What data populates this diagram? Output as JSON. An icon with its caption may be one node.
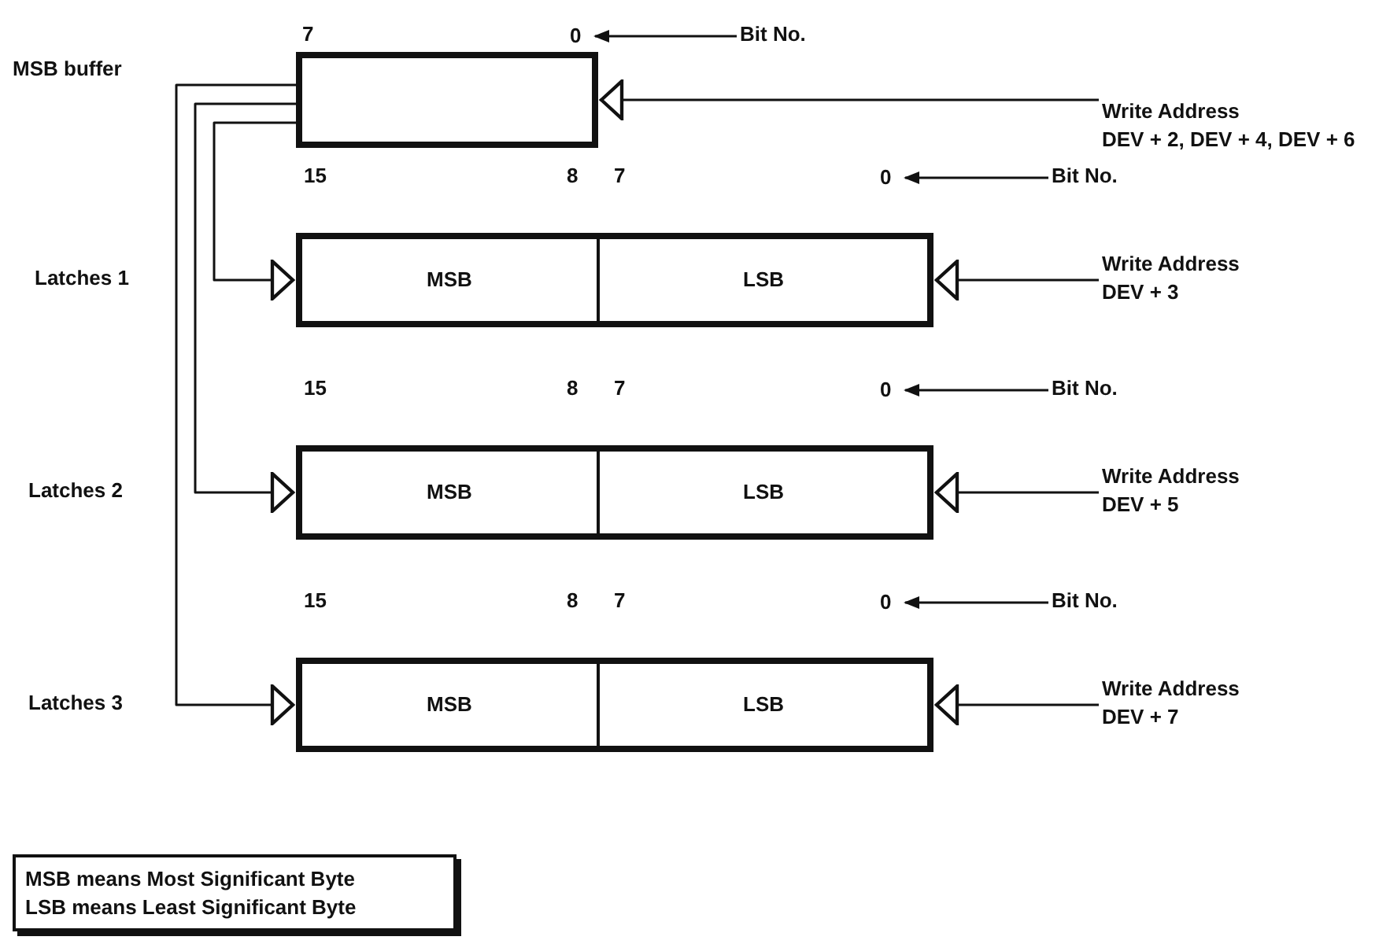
{
  "diagram": {
    "nodes": [
      {
        "text": [
          "0"
        ]
      },
      {
        "text": [
          "Bit No."
        ]
      },
      {
        "text": [],
        "shape": "box"
      },
      {
        "text": [
          "Write Address",
          "DEV + 2, DEV + 4, DEV + 6"
        ]
      },
      {
        "text": [
          "0"
        ]
      },
      {
        "text": [
          "Bit No."
        ]
      },
      {
        "text": [
          "MSB"
        ]
      },
      {
        "text": [
          "LSB"
        ]
      },
      {
        "text": [
          "Write Address",
          "DEV + 3"
        ]
      },
      {
        "text": [
          "0"
        ]
      },
      {
        "text": [
          "Bit No."
        ]
      },
      {
        "text": [
          "MSB"
        ]
      },
      {
        "text": [
          "LSB"
        ]
      },
      {
        "text": [
          "Write Address",
          "DEV + 5"
        ]
      },
      {
        "text": [
          "0"
        ]
      },
      {
        "text": [
          "Bit No."
        ]
      },
      {
        "text": [
          "MSB"
        ]
      },
      {
        "text": [
          "LSB"
        ]
      },
      {
        "text": [
          "Write Address",
          "DEV + 7"
        ]
      },
      {
        "text": [
          "MSB means Most Significant Byte",
          "LSB means Least Significant Byte"
        ]
      }
    ],
    "edges": [
      {
        "from": 1,
        "to": 0,
        "arrow": "to"
      },
      {
        "from": 3,
        "to": 2,
        "arrow": "to"
      },
      {
        "from": 2,
        "to": 6,
        "arrow": "to"
      },
      {
        "from": 2,
        "to": 11,
        "arrow": "to"
      },
      {
        "from": 2,
        "to": 16,
        "arrow": "to"
      },
      {
        "from": 5,
        "to": 4,
        "arrow": "to"
      },
      {
        "from": 8,
        "to": 7,
        "arrow": "to"
      },
      {
        "from": 10,
        "to": 9,
        "arrow": "to"
      },
      {
        "from": 13,
        "to": 12,
        "arrow": "to"
      },
      {
        "from": 15,
        "to": 14,
        "arrow": "to"
      },
      {
        "from": 18,
        "to": 17,
        "arrow": "to"
      }
    ],
    "labels": [
      "7",
      "MSB buffer",
      "15",
      "8",
      "7",
      "Latches 1",
      "15",
      "8",
      "7",
      "Latches 2",
      "15",
      "8",
      "7",
      "Latches 3"
    ]
  }
}
